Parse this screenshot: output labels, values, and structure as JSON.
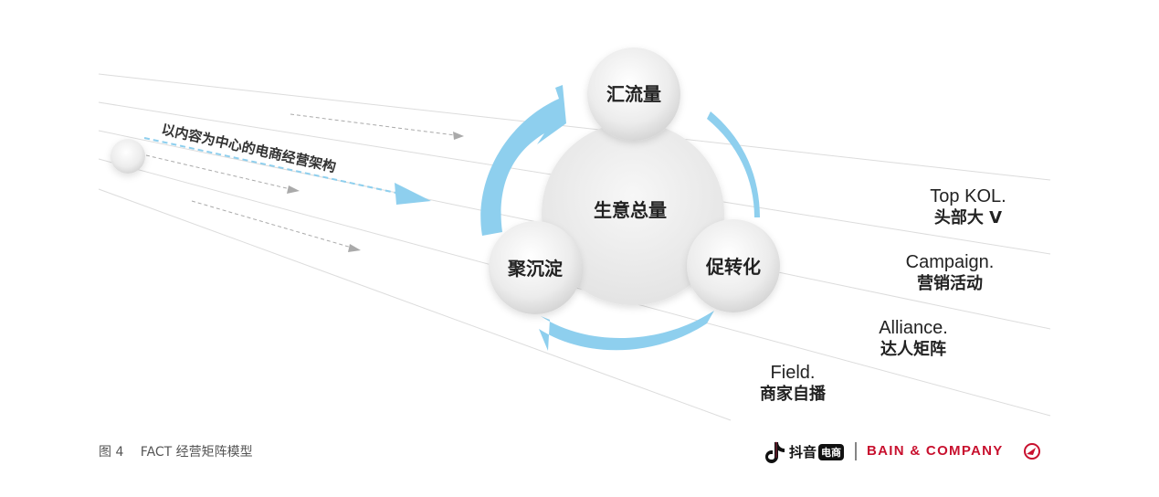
{
  "diagram": {
    "arrow_label": "以内容为中心的电商经营架构",
    "center_label": "生意总量",
    "circles": {
      "top": "汇流量",
      "right": "促转化",
      "left": "聚沉淀"
    },
    "labels": [
      {
        "en": "Top KOL.",
        "zh": "头部大 V"
      },
      {
        "en": "Campaign.",
        "zh": "营销活动"
      },
      {
        "en": "Alliance.",
        "zh": "达人矩阵"
      },
      {
        "en": "Field.",
        "zh": "商家自播"
      }
    ]
  },
  "footer": {
    "caption": "图 4　 FACT 经营矩阵模型",
    "logo1_text": "抖音",
    "logo1_badge": "电商",
    "logo2_text": "BAIN & COMPANY"
  },
  "colors": {
    "accent_blue": "#8ecfee",
    "line_grey": "#d9d9d9",
    "bain_red": "#c8102e"
  }
}
